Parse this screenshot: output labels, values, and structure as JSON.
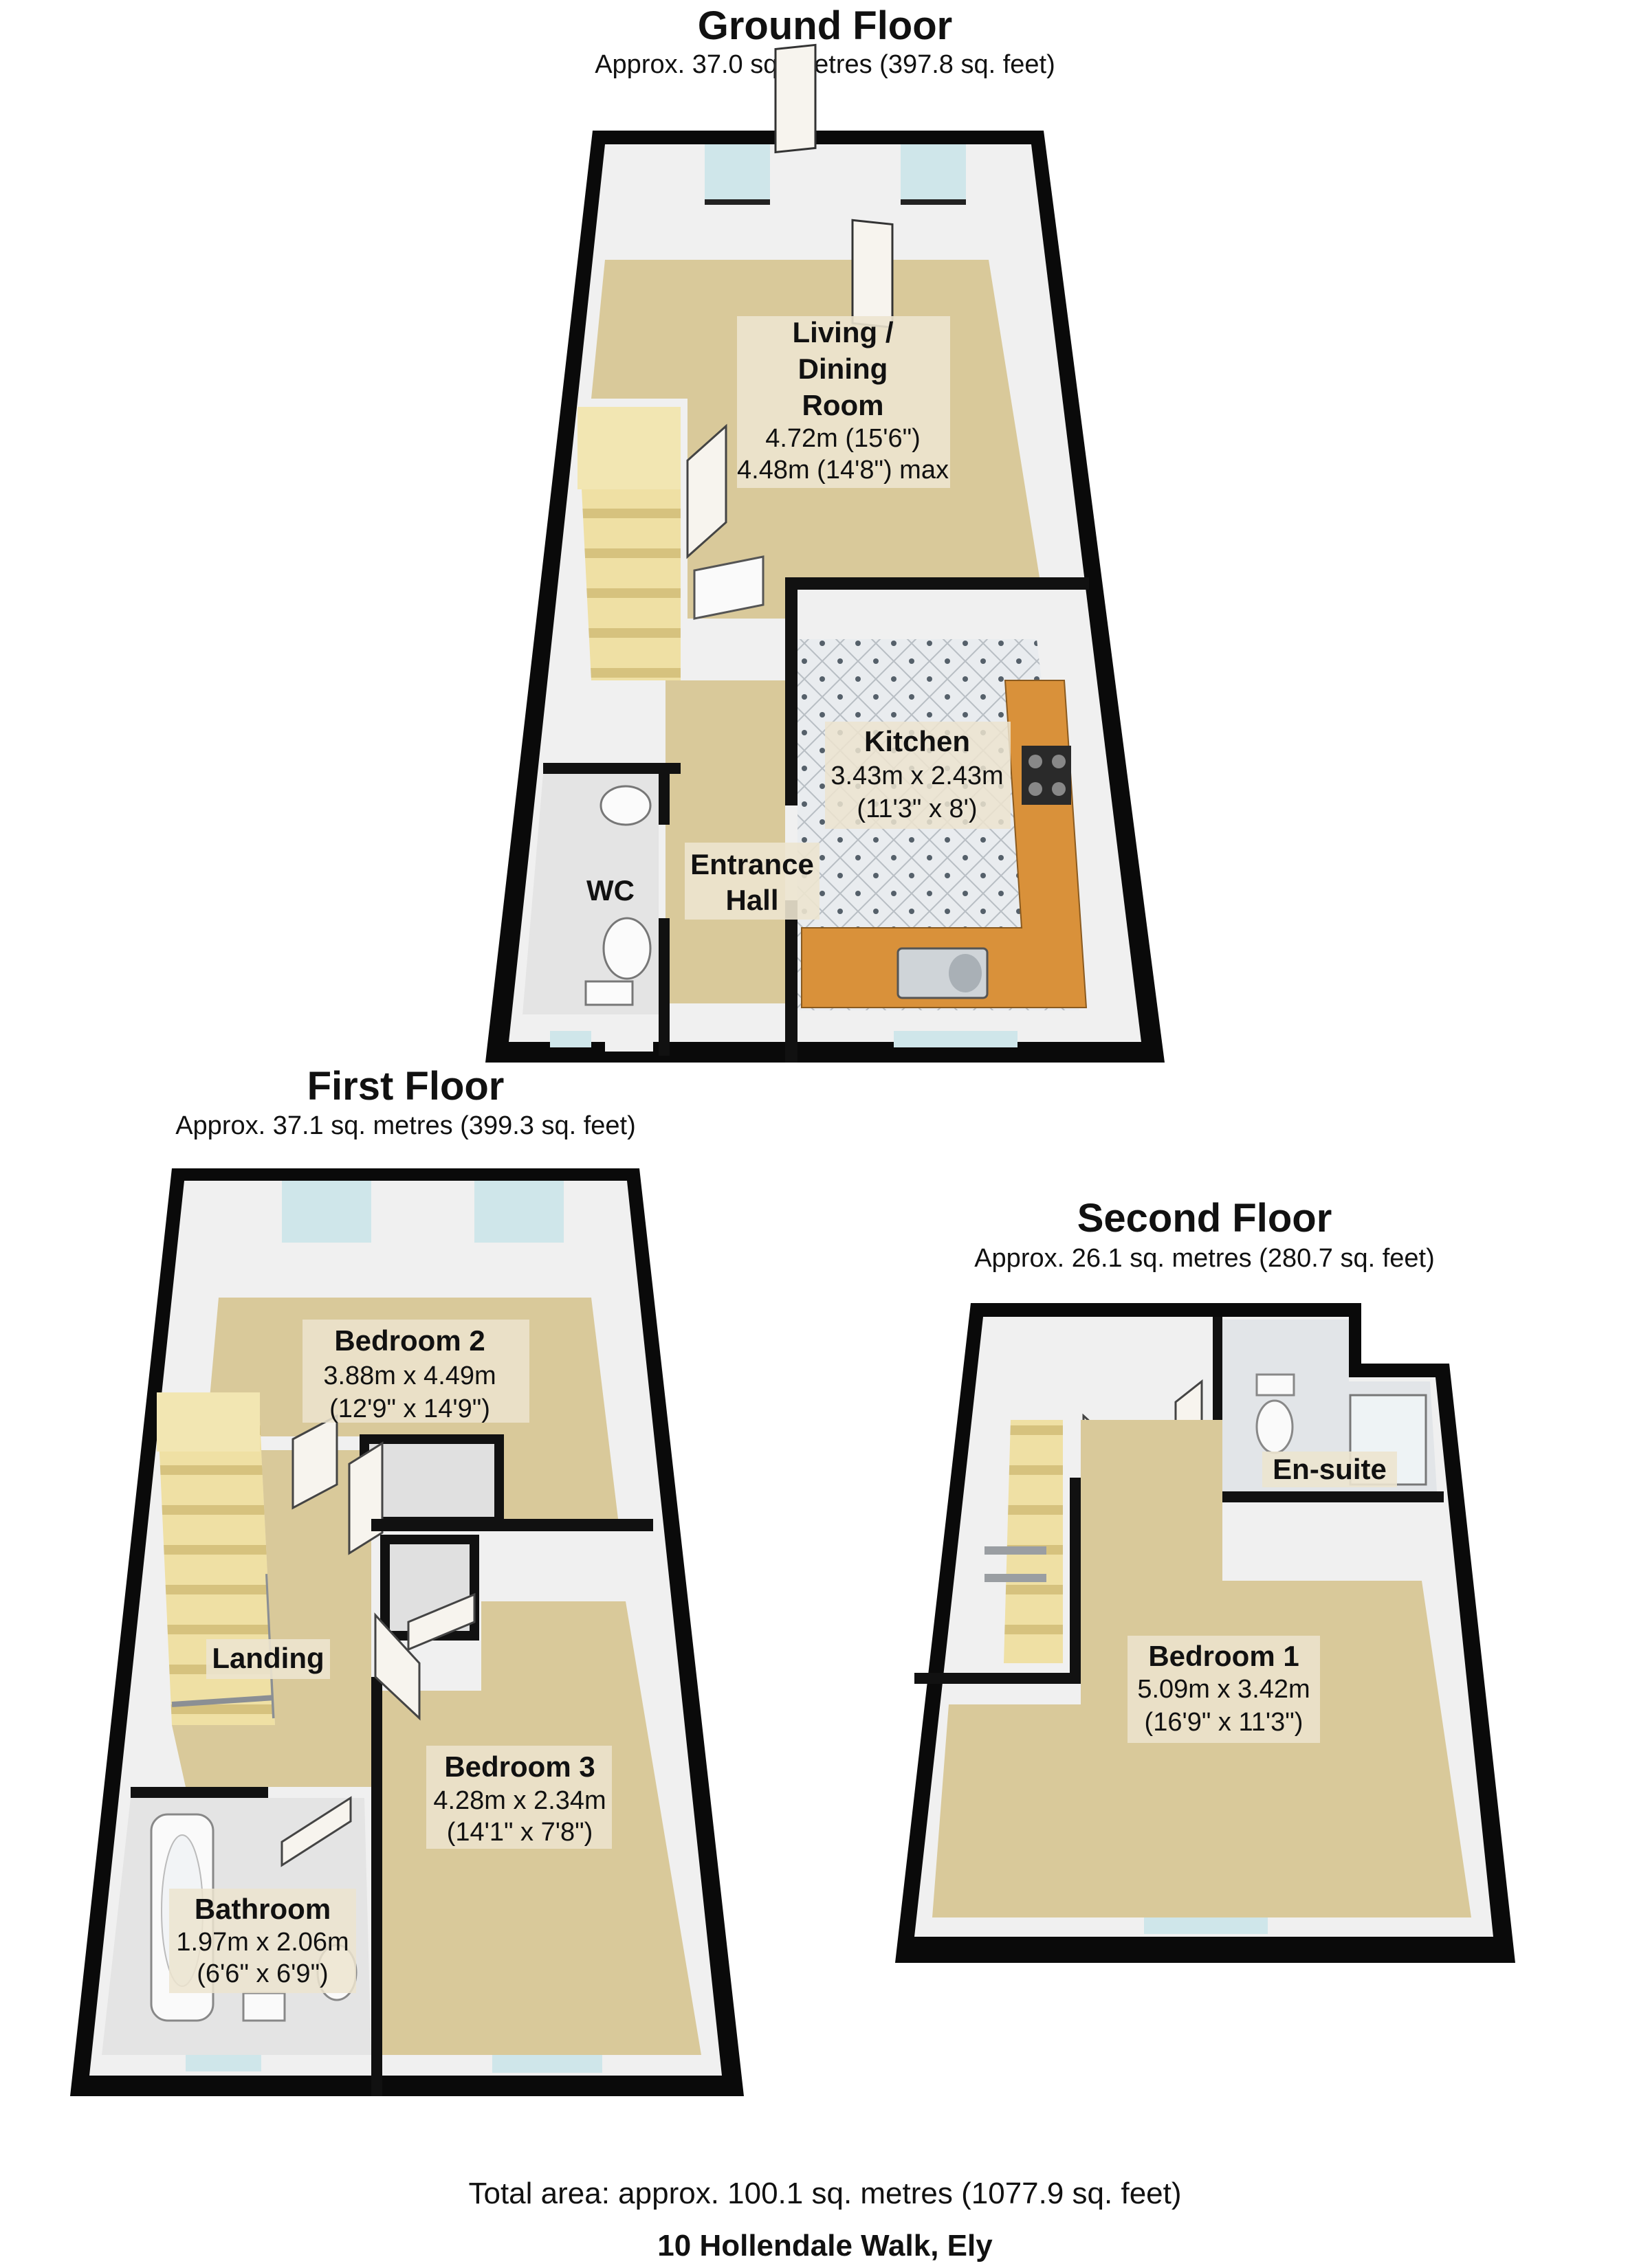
{
  "ground_floor": {
    "title": "Ground Floor",
    "area": "Approx.  37.0 sq. metres (397.8 sq. feet)",
    "rooms": {
      "living": {
        "name": [
          "Living /",
          "Dining",
          "Room"
        ],
        "dims": [
          "4.72m (15'6\")",
          "4.48m (14'8\") max"
        ]
      },
      "kitchen": {
        "name": [
          "Kitchen"
        ],
        "dims": [
          "3.43m x 2.43m",
          "(11'3\" x 8')"
        ]
      },
      "entrance_hall": {
        "name": [
          "Entrance",
          "Hall"
        ],
        "dims": []
      },
      "wc": {
        "name": [
          "WC"
        ],
        "dims": []
      }
    }
  },
  "first_floor": {
    "title": "First Floor",
    "area": "Approx.  37.1 sq. metres (399.3 sq. feet)",
    "rooms": {
      "bedroom2": {
        "name": [
          "Bedroom 2"
        ],
        "dims": [
          "3.88m x 4.49m",
          "(12'9\" x 14'9\")"
        ]
      },
      "landing": {
        "name": [
          "Landing"
        ],
        "dims": []
      },
      "bedroom3": {
        "name": [
          "Bedroom 3"
        ],
        "dims": [
          "4.28m x 2.34m",
          "(14'1\" x 7'8\")"
        ]
      },
      "bathroom": {
        "name": [
          "Bathroom"
        ],
        "dims": [
          "1.97m x 2.06m",
          "(6'6\" x 6'9\")"
        ]
      }
    }
  },
  "second_floor": {
    "title": "Second Floor",
    "area": "Approx.  26.1 sq. metres (280.7 sq. feet)",
    "rooms": {
      "bedroom1": {
        "name": [
          "Bedroom 1"
        ],
        "dims": [
          "5.09m x 3.42m",
          "(16'9\" x 11'3\")"
        ]
      },
      "ensuite": {
        "name": [
          "En-suite"
        ],
        "dims": []
      }
    }
  },
  "total_area": "Total area: approx. 100.1 sq. metres (1077.9 sq. feet)",
  "address": "10 Hollendale Walk, Ely",
  "colors": {
    "wall": "#0a0a0a",
    "wall_inner": "#f2f2f2",
    "carpet": "#d9c99a",
    "kitchen_floor": "#e8ebee",
    "worktop": "#d9913a",
    "stairs": "#eedfa0",
    "window": "#cfe6ea",
    "label_bg": "#ece4cf"
  }
}
